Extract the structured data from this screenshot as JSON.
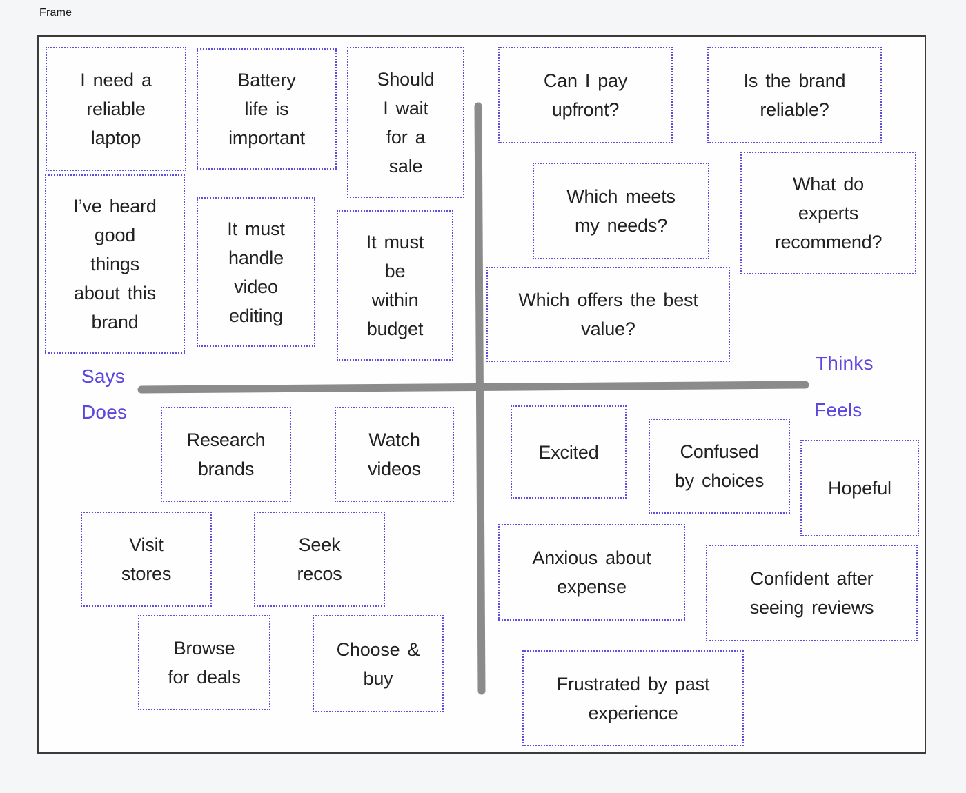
{
  "frame": {
    "label": "Frame"
  },
  "axis_labels": {
    "says": "Says",
    "does": "Does",
    "thinks": "Thinks",
    "feels": "Feels"
  },
  "colors": {
    "note_border": "#5b4ee0",
    "label_purple": "#5b46df",
    "axis_gray": "#8b8b8b",
    "frame_border": "#3a3a3a",
    "canvas_background": "#f5f6f8",
    "frame_background": "#fefefe",
    "note_text": "#212121"
  },
  "notes": {
    "says": [
      {
        "text": "I need a\nreliable\nlaptop"
      },
      {
        "text": "Battery\nlife is\nimportant"
      },
      {
        "text": "Should\nI wait\nfor a\nsale"
      },
      {
        "text": "I’ve heard\ngood\nthings\nabout this\nbrand"
      },
      {
        "text": "It must\nhandle\nvideo\nediting"
      },
      {
        "text": "It must\nbe\nwithin\nbudget"
      }
    ],
    "thinks": [
      {
        "text": "Can I pay\nupfront?"
      },
      {
        "text": "Is the brand\nreliable?"
      },
      {
        "text": "Which meets\nmy needs?"
      },
      {
        "text": "What do\nexperts\nrecommend?"
      },
      {
        "text": "Which offers the best\nvalue?"
      }
    ],
    "does": [
      {
        "text": "Research\nbrands"
      },
      {
        "text": "Watch\nvideos"
      },
      {
        "text": "Visit\nstores"
      },
      {
        "text": "Seek\nrecos"
      },
      {
        "text": "Browse\nfor deals"
      },
      {
        "text": "Choose &\nbuy"
      }
    ],
    "feels": [
      {
        "text": "Excited"
      },
      {
        "text": "Confused\nby choices"
      },
      {
        "text": "Hopeful"
      },
      {
        "text": "Anxious about\nexpense"
      },
      {
        "text": "Confident after\nseeing reviews"
      },
      {
        "text": "Frustrated by past\nexperience"
      }
    ]
  }
}
